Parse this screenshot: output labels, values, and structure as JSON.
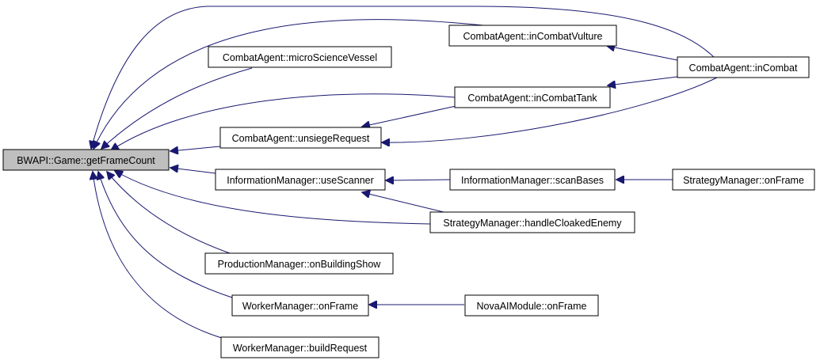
{
  "graph": {
    "colors": {
      "edge": "#191970",
      "root_fill": "#bfbfbf",
      "node_fill": "#ffffff",
      "border": "#000000"
    },
    "nodes": {
      "root": "BWAPI::Game::getFrameCount",
      "inCombatVulture": "CombatAgent::inCombatVulture",
      "inCombat": "CombatAgent::inCombat",
      "microScienceVessel": "CombatAgent::microScienceVessel",
      "inCombatTank": "CombatAgent::inCombatTank",
      "unsiegeRequest": "CombatAgent::unsiegeRequest",
      "useScanner": "InformationManager::useScanner",
      "scanBases": "InformationManager::scanBases",
      "smOnFrame": "StrategyManager::onFrame",
      "handleCloakedEnemy": "StrategyManager::handleCloakedEnemy",
      "onBuildingShow": "ProductionManager::onBuildingShow",
      "wmOnFrame": "WorkerManager::onFrame",
      "novaOnFrame": "NovaAIModule::onFrame",
      "buildRequest": "WorkerManager::buildRequest"
    }
  }
}
